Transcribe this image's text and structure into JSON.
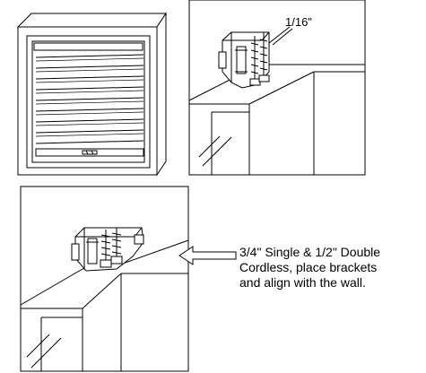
{
  "dimension_label": "1/16\"",
  "instruction": {
    "line1": "3/4\" Single & 1/2\" Double",
    "line2": "Cordless, place brackets",
    "line3": "and align with the wall."
  }
}
